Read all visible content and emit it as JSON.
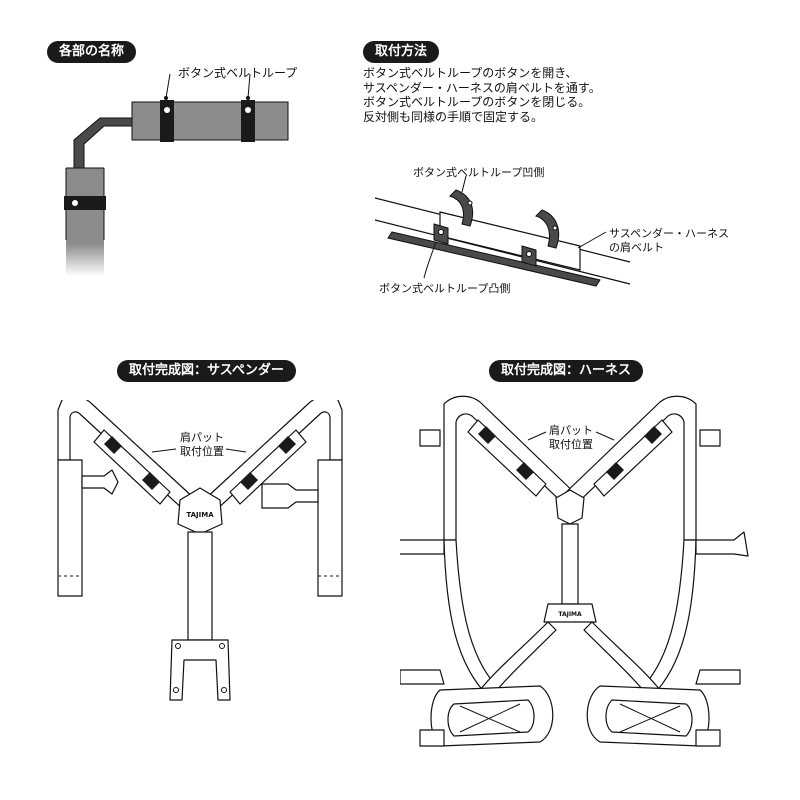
{
  "sections": {
    "part_names": {
      "heading": "各部の名称",
      "loop_label": "ボタン式ベルトループ"
    },
    "attach_method": {
      "heading": "取付方法",
      "lines": [
        "ボタン式ベルトループのボタンを開き、",
        "サスペンダー・ハーネスの肩ベルトを通す。",
        "ボタン式ベルトループのボタンを閉じる。",
        "反対側も同様の手順で固定する。"
      ],
      "label_concave": "ボタン式ベルトループ凹側",
      "label_convex": "ボタン式ベルトループ凸側",
      "label_shoulder_line1": "サスペンダー・ハーネス",
      "label_shoulder_line2": "の肩ベルト"
    },
    "suspender": {
      "heading": "取付完成図：サスペンダー",
      "pad_label_line1": "肩パット",
      "pad_label_line2": "取付位置",
      "brand": "TAJIMA"
    },
    "harness": {
      "heading": "取付完成図：ハーネス",
      "pad_label_line1": "肩パット",
      "pad_label_line2": "取付位置",
      "brand": "TAJIMA"
    }
  },
  "colors": {
    "ink": "#1a1a1a",
    "pad_gray": "#8c8c8c",
    "pad_dark": "#4a4a4a"
  }
}
